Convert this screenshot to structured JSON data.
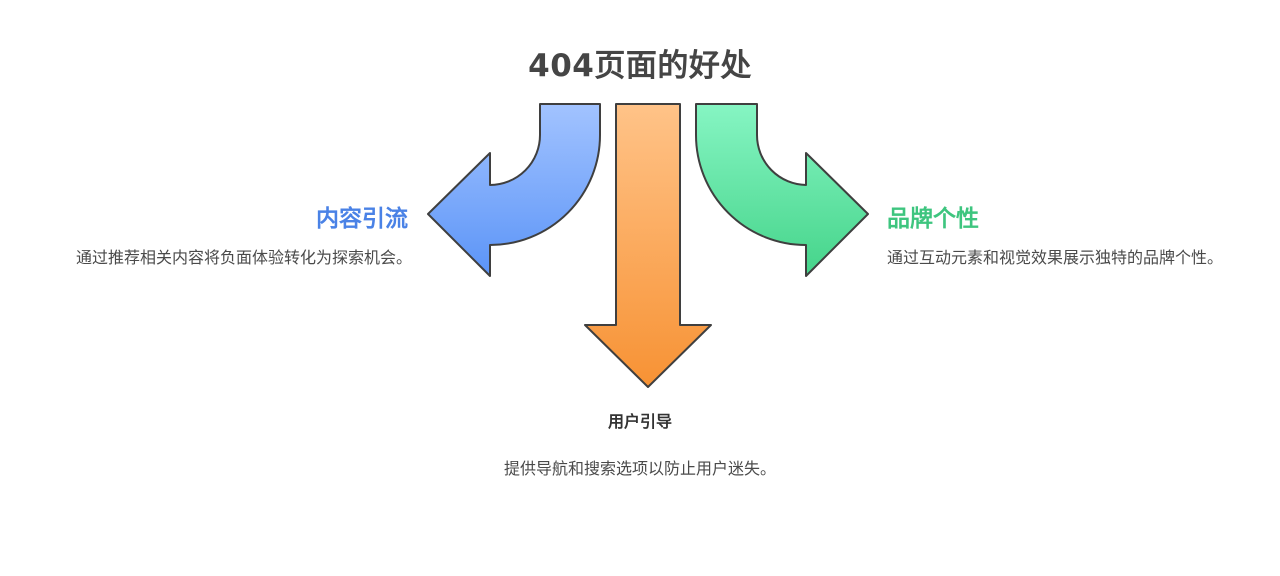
{
  "title": "404页面的好处",
  "branches": {
    "left": {
      "heading": "内容引流",
      "description": "通过推荐相关内容将负面体验转化为探索机会。",
      "color": "#4a82e6"
    },
    "center": {
      "heading": "用户引导",
      "description": "提供导航和搜索选项以防止用户迷失。",
      "color": "#f7943f"
    },
    "right": {
      "heading": "品牌个性",
      "description": "通过互动元素和视觉效果展示独特的品牌个性。",
      "color": "#3ec57f"
    }
  }
}
